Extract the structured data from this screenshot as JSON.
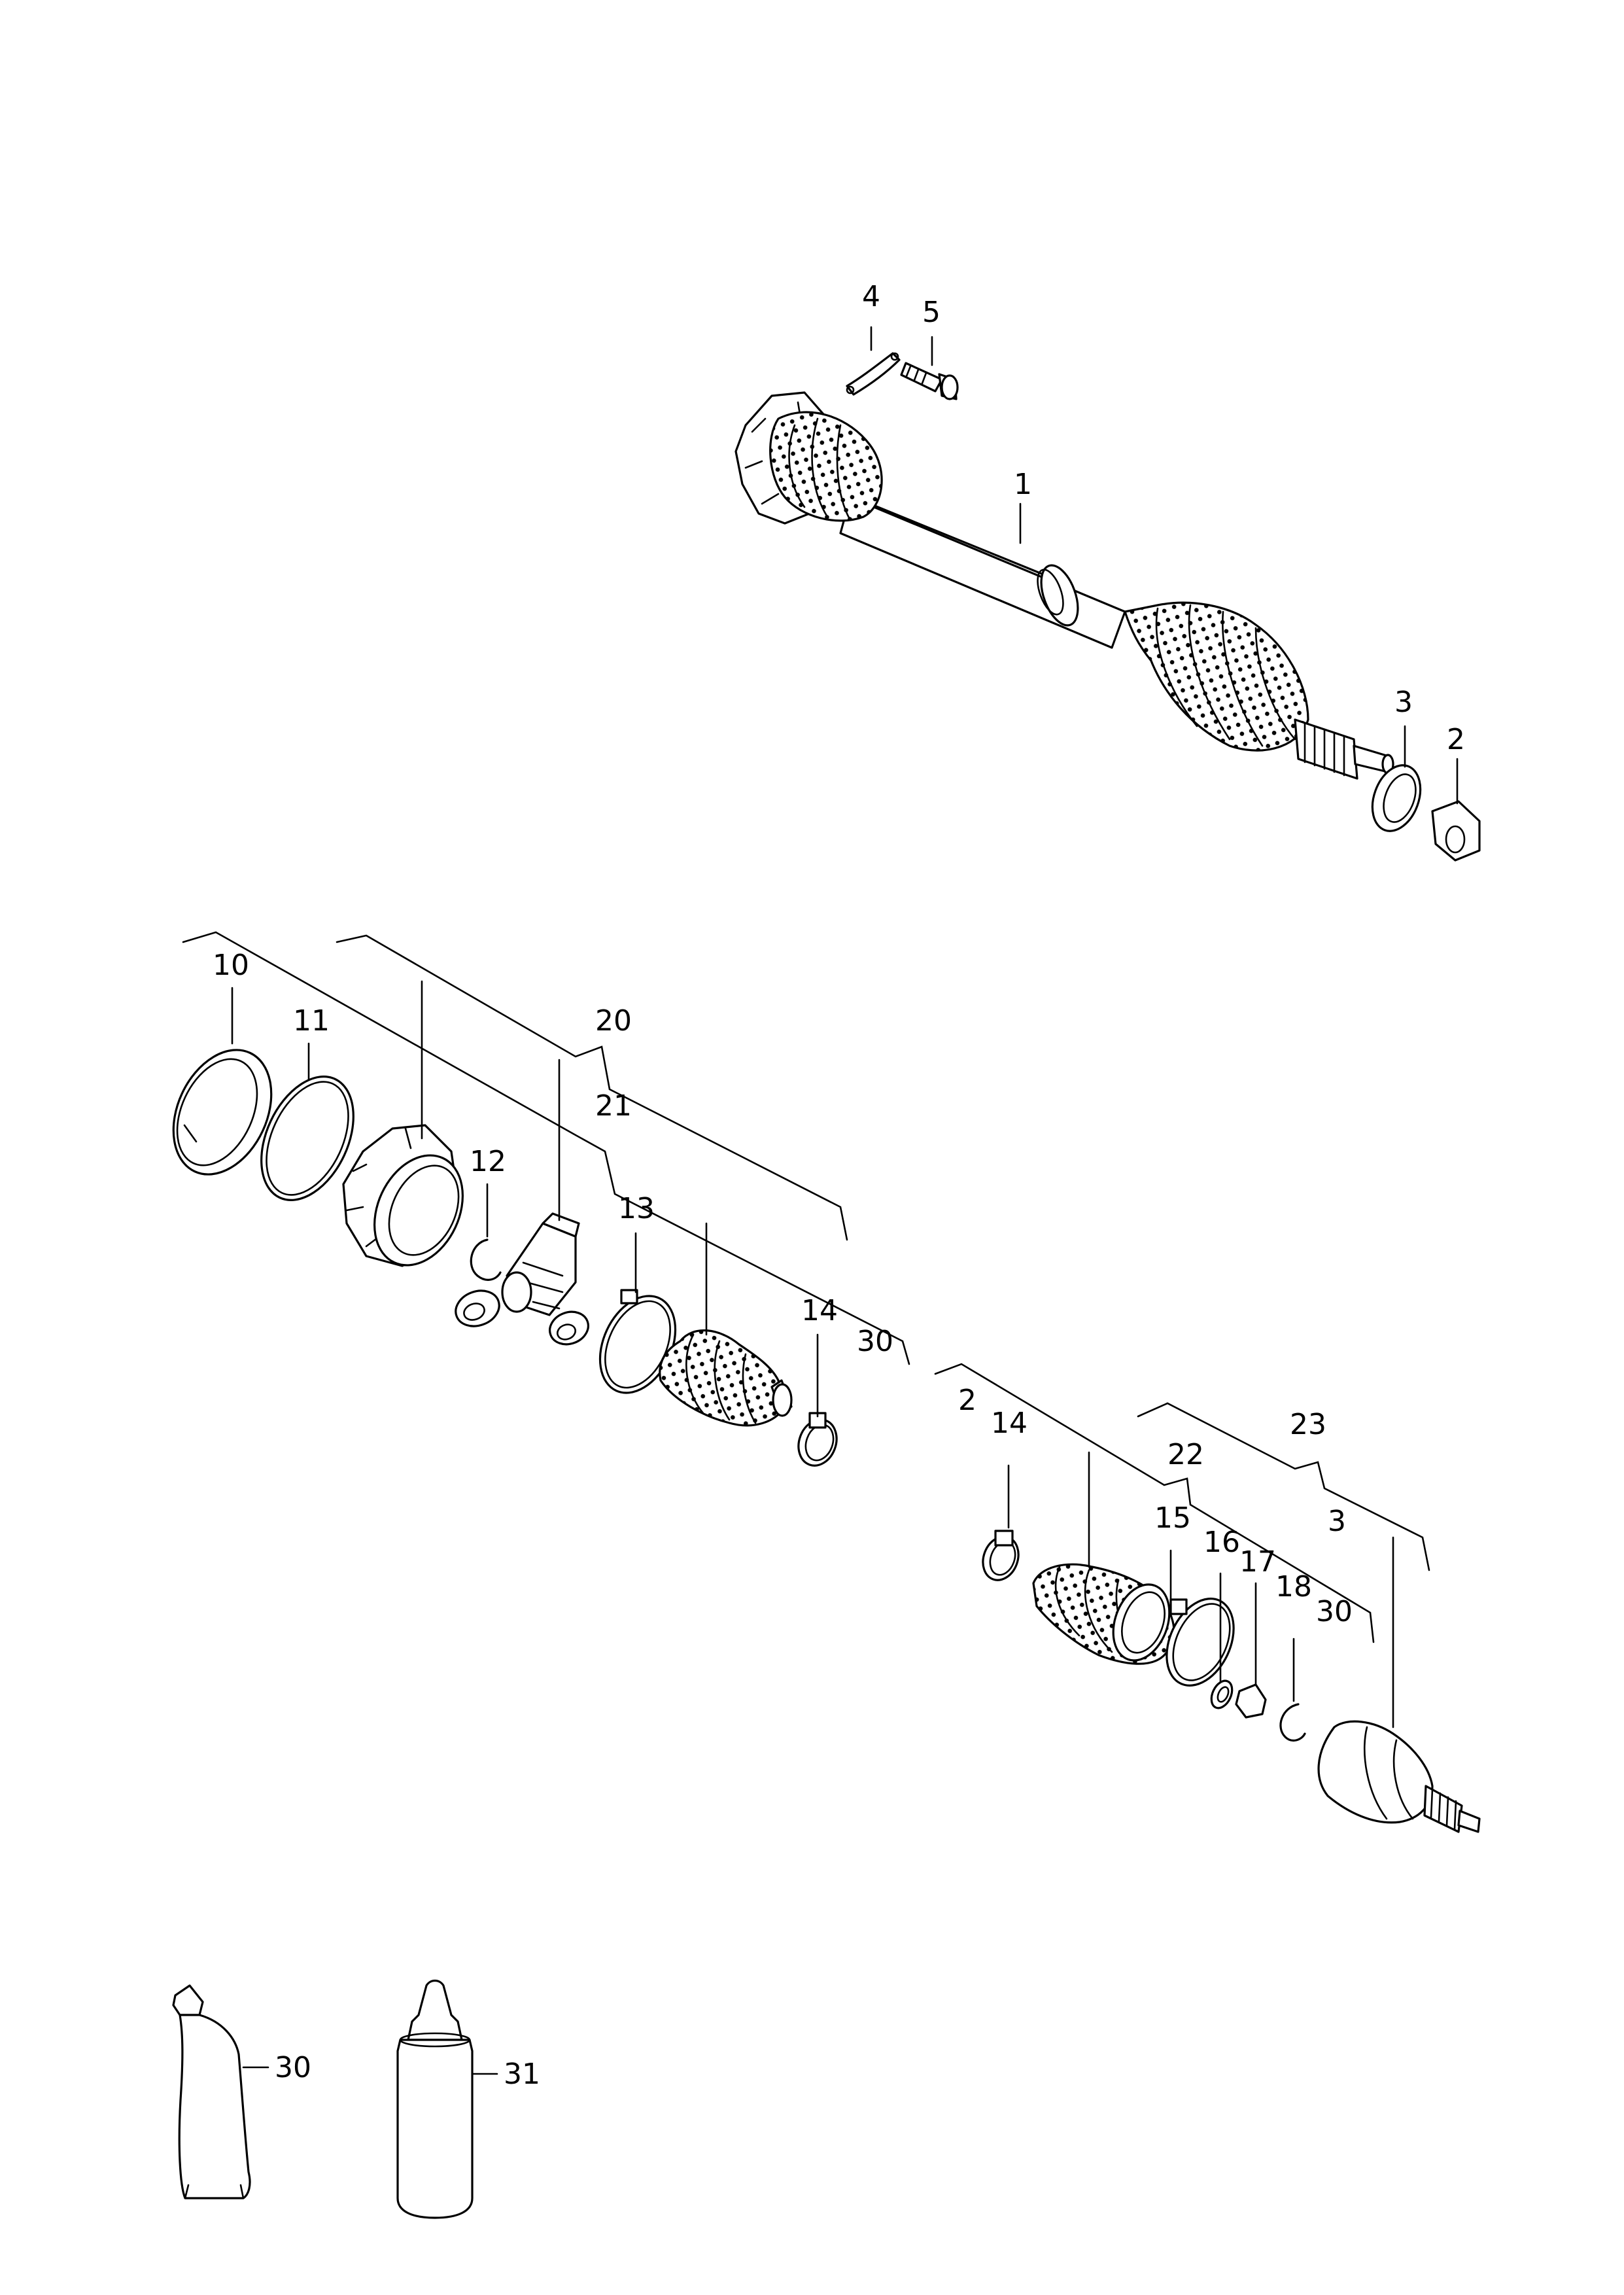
{
  "callouts": {
    "shaft": "1",
    "nut": "2",
    "washer": "3",
    "strap": "4",
    "bolt": "5",
    "circlip_large": "10",
    "seal_ring": "11",
    "snap_ring_left": "12",
    "clamp_large_left": "13",
    "clamp_small_left": "14",
    "inner_kit_20": "20",
    "inner_kit_21": "21",
    "grease_left": "30",
    "kit_right_2": "2",
    "clamp_small_right": "14",
    "clamp_large_right": "15",
    "dish_washer": "16",
    "thrust_washer": "17",
    "circlip_right": "18",
    "outer_kit_22": "22",
    "outer_kit_23": "23",
    "kit_right_3": "3",
    "grease_right": "30",
    "grease_tube": "30",
    "sealant_bottle": "31"
  }
}
